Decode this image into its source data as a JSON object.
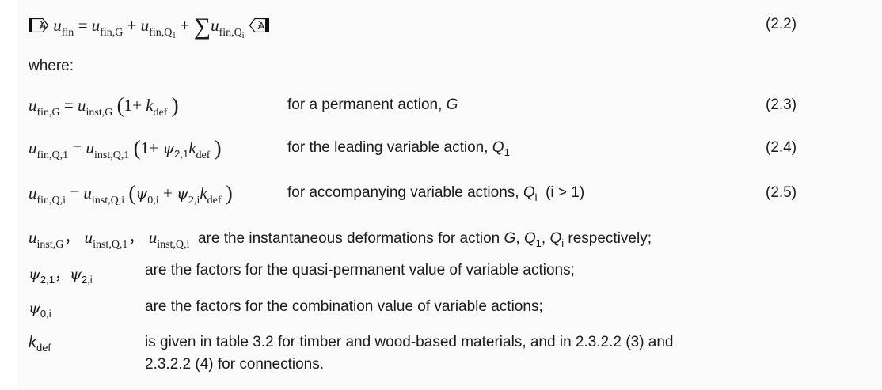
{
  "amendment_marker": {
    "label": "A",
    "sub": "1"
  },
  "eq_2_2": {
    "number": "(2.2)",
    "lhs": {
      "var": "u",
      "sub": "fin"
    },
    "eq": "=",
    "t1": {
      "var": "u",
      "sub": "fin,G"
    },
    "plus": "+",
    "t2": {
      "var": "u",
      "sub": "fin,Q",
      "subsub": "1"
    },
    "sigma": "∑",
    "t3": {
      "var": "u",
      "sub": "fin,Q",
      "subsub": "i"
    }
  },
  "where_label": "where:",
  "eq_2_3": {
    "number": "(2.3)",
    "lhs": {
      "var": "u",
      "sub": "fin,G"
    },
    "rhs": {
      "var": "u",
      "sub": "inst,G"
    },
    "open": "(",
    "one_plus": "1+",
    "k": {
      "var": "k",
      "sub": "def"
    },
    "close": ")",
    "desc_text": "for a permanent action, ",
    "desc_var": "G"
  },
  "eq_2_4": {
    "number": "(2.4)",
    "lhs": {
      "var": "u",
      "sub": "fin,Q,1"
    },
    "rhs": {
      "var": "u",
      "sub": "inst,Q,1"
    },
    "open": "(",
    "one_plus": "1+",
    "psi": {
      "var": "ψ",
      "sub": "2,1"
    },
    "k": {
      "var": "k",
      "sub": "def"
    },
    "close": ")",
    "desc_text": "for the leading variable action, ",
    "desc_var": "Q",
    "desc_sub": "1"
  },
  "eq_2_5": {
    "number": "(2.5)",
    "lhs": {
      "var": "u",
      "sub": "fin,Q,i"
    },
    "rhs": {
      "var": "u",
      "sub": "inst,Q,i"
    },
    "open": "(",
    "psi0": {
      "var": "ψ",
      "sub": "0,i"
    },
    "plus": "+",
    "psi2": {
      "var": "ψ",
      "sub": "2,i"
    },
    "k": {
      "var": "k",
      "sub": "def"
    },
    "close": ")",
    "desc_text": "for accompanying variable actions, ",
    "desc_var": "Q",
    "desc_sub": "i",
    "desc_tail": "(i > 1)"
  },
  "definitions": {
    "u_inst": {
      "symbols": [
        {
          "var": "u",
          "sub": "inst,G"
        },
        {
          "var": "u",
          "sub": "inst,Q,1"
        },
        {
          "var": "u",
          "sub": "inst,Q,i"
        }
      ],
      "sep": "，",
      "text_a": "are the instantaneous deformations for action ",
      "g": "G",
      "comma1": ", ",
      "q": "Q",
      "q_sub": "1",
      "comma2": ", ",
      "qi": "Q",
      "qi_sub": "i",
      "text_b": " respectively;"
    },
    "psi_2": {
      "symbols": [
        {
          "var": "ψ",
          "sub": "2,1"
        },
        {
          "var": "ψ",
          "sub": "2,i"
        }
      ],
      "sep": "，",
      "text": "are the factors for the quasi-permanent value of variable actions;"
    },
    "psi_0": {
      "symbol": {
        "var": "ψ",
        "sub": "0,i"
      },
      "text": "are the factors for the combination value of variable actions;"
    },
    "k_def": {
      "symbol": {
        "var": "k",
        "sub": "def"
      },
      "line1": "is given in table 3.2 for timber and wood-based materials, and in 2.3.2.2 (3) and",
      "line2": "2.3.2.2 (4) for connections."
    }
  }
}
